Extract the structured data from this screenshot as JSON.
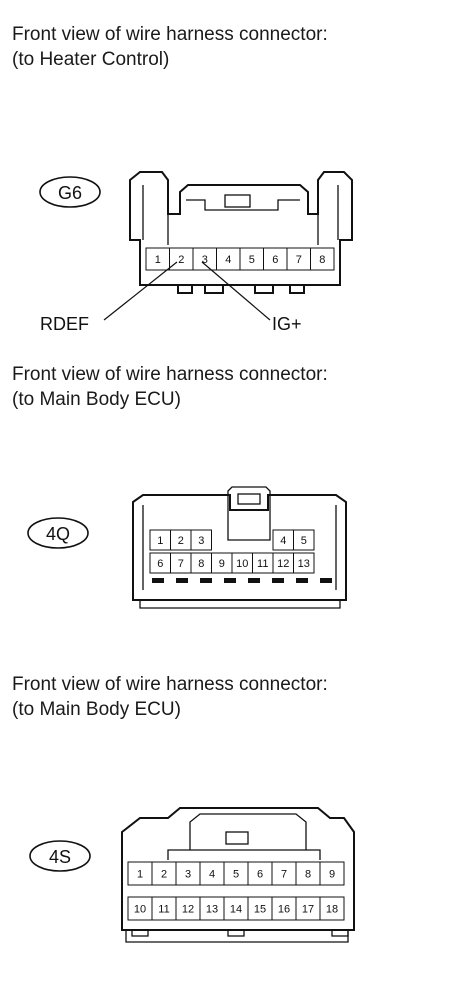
{
  "connectors": [
    {
      "caption_line1": "Front view of wire harness connector:",
      "caption_line2": "(to Heater Control)",
      "code": "G6",
      "pins": [
        "1",
        "2",
        "3",
        "4",
        "5",
        "6",
        "7",
        "8"
      ],
      "leader_labels": {
        "left": "RDEF",
        "right": "IG+"
      }
    },
    {
      "caption_line1": "Front view of wire harness connector:",
      "caption_line2": "(to Main Body ECU)",
      "code": "4Q",
      "pins_top": [
        "1",
        "2",
        "3",
        "4",
        "5"
      ],
      "pins_bottom": [
        "6",
        "7",
        "8",
        "9",
        "10",
        "11",
        "12",
        "13"
      ]
    },
    {
      "caption_line1": "Front view of wire harness connector:",
      "caption_line2": "(to Main Body ECU)",
      "code": "4S",
      "pins_top": [
        "1",
        "2",
        "3",
        "4",
        "5",
        "6",
        "7",
        "8",
        "9"
      ],
      "pins_bottom": [
        "10",
        "11",
        "12",
        "13",
        "14",
        "15",
        "16",
        "17",
        "18"
      ]
    }
  ]
}
